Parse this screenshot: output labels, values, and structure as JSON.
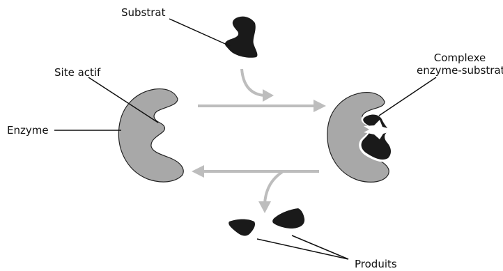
{
  "labels": {
    "substrate": "Substrat",
    "active_site": "Site actif",
    "enzyme": "Enzyme",
    "complex_line1": "Complexe",
    "complex_line2": "enzyme-substrat",
    "products": "Produits"
  },
  "colors": {
    "enzyme_fill": "#a8a8a8",
    "substrate_fill": "#1a1a1a",
    "arrow": "#bdbdbd",
    "leader_line": "#111111",
    "outline": "#222222"
  }
}
